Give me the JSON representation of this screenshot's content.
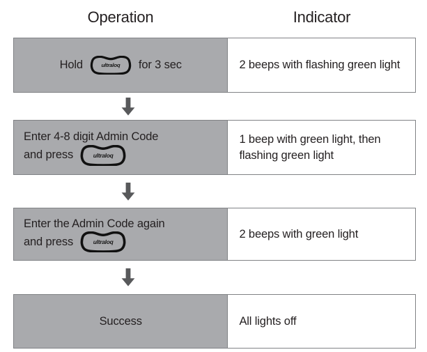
{
  "headers": {
    "operation": "Operation",
    "indicator": "Indicator"
  },
  "brand": {
    "logo_text": "ultraloq",
    "logo_icon_name": "ultraloq-blob-logo"
  },
  "colors": {
    "operation_cell_bg": "#a9aaad",
    "indicator_cell_bg": "#ffffff",
    "border": "#808285",
    "text": "#231f20",
    "arrow": "#58595b"
  },
  "arrow_icon_name": "arrow-down-icon",
  "steps": [
    {
      "index": 1,
      "operation_prefix": "Hold",
      "operation_suffix": "for 3 sec",
      "has_logo": true,
      "centered": true,
      "indicator": "2 beeps with flashing green light"
    },
    {
      "index": 2,
      "operation_line1": "Enter 4-8 digit Admin Code",
      "operation_prefix": "and press",
      "operation_suffix": "",
      "has_logo": true,
      "centered": false,
      "indicator": "1 beep with green light, then flashing green light"
    },
    {
      "index": 3,
      "operation_line1": "Enter the Admin Code again",
      "operation_prefix": "and press",
      "operation_suffix": "",
      "has_logo": true,
      "centered": false,
      "indicator": "2 beeps with green light"
    },
    {
      "index": 4,
      "operation_prefix": "Success",
      "operation_suffix": "",
      "has_logo": false,
      "centered": true,
      "indicator": "All lights off"
    }
  ]
}
